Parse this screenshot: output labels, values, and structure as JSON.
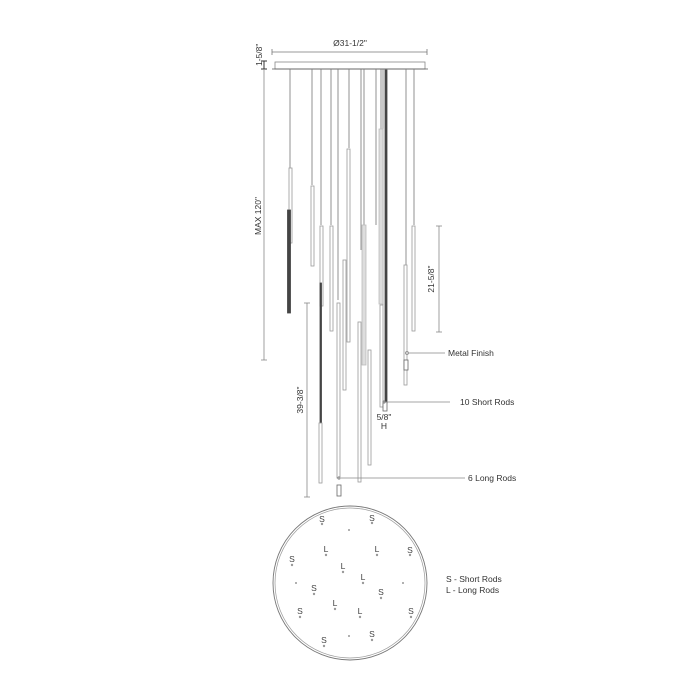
{
  "dimensions": {
    "canopy_diameter": "Ø31-1/2\"",
    "canopy_height": "1-5/8\"",
    "max_overall": "MAX 120\"",
    "short_rod_length": "21-5/8\"",
    "long_rod_length": "39-3/8\"",
    "rod_diameter": "5/8\"",
    "rod_diameter_sub": "H"
  },
  "callouts": {
    "metal_finish": "Metal Finish",
    "short_rods": "10 Short Rods",
    "long_rods": "6 Long Rods"
  },
  "legend": {
    "short": "S - Short Rods",
    "long": "L - Long Rods"
  },
  "plan_labels": {
    "short": "S",
    "long": "L"
  },
  "colors": {
    "line": "#555555",
    "light_line": "#999999",
    "text": "#333333"
  }
}
